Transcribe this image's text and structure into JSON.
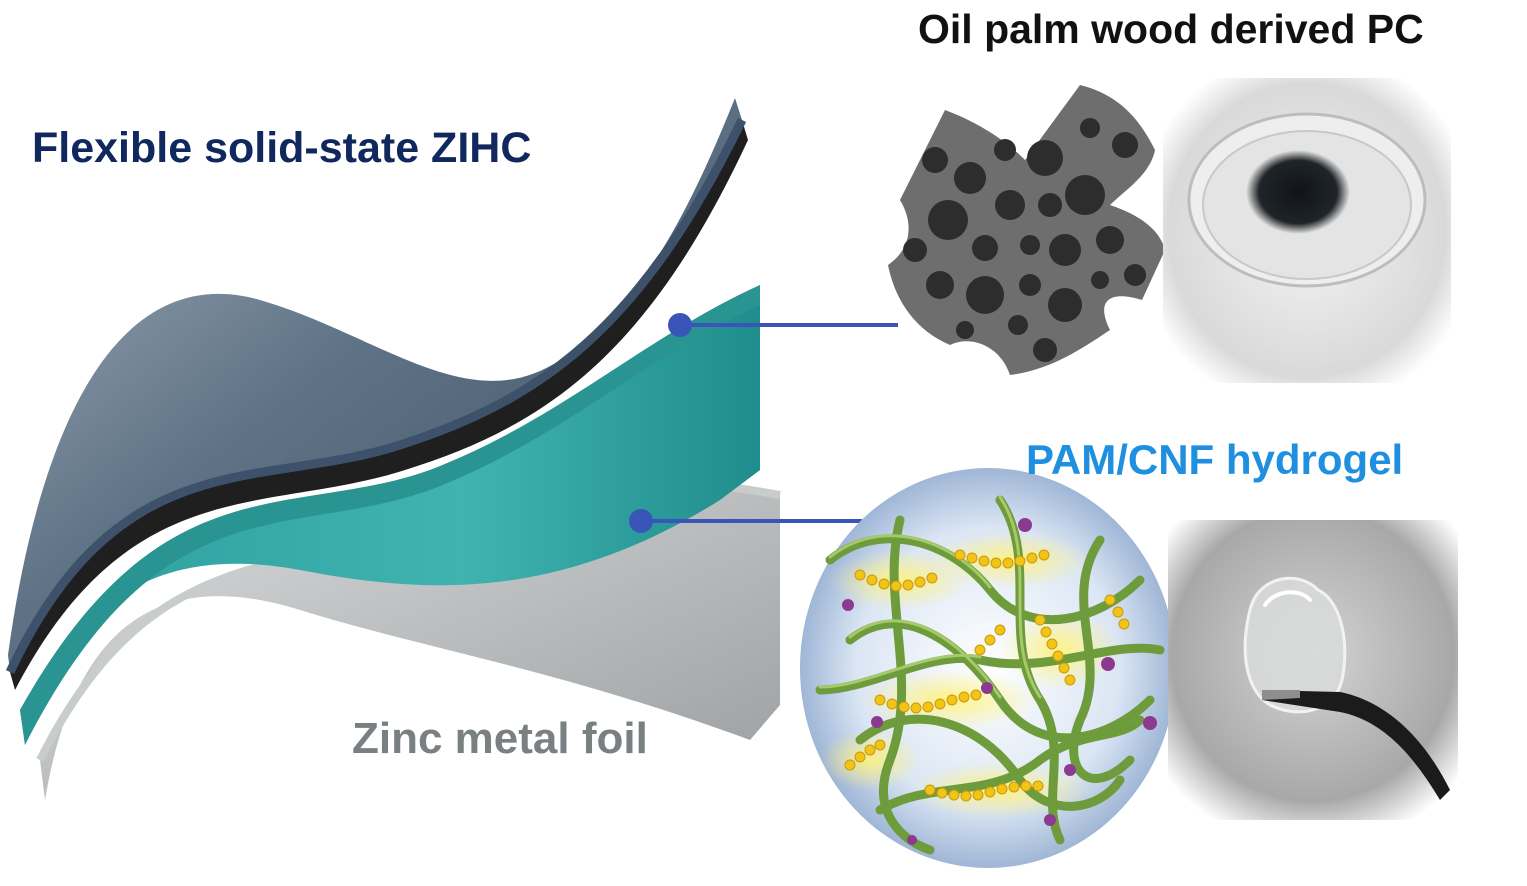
{
  "labels": {
    "porous_carbon": "Oil palm wood derived PC",
    "device": "Flexible solid-state ZIHC",
    "hydrogel": "PAM/CNF hydrogel",
    "zinc_foil": "Zinc metal foil"
  },
  "colors": {
    "device_title": "#10285e",
    "hydrogel_title": "#1f8fe0",
    "zinc_title": "#7a7f82",
    "cathode_layer": "#4f6378",
    "separator_layer": "#1f1f1f",
    "electrolyte_layer": "#36a9a8",
    "zinc_layer": "#a9acae",
    "connector": "#3a55b8",
    "carbon_particle": "#6e6e6e",
    "carbon_pore": "#2d2d2d",
    "cnf_fiber": "#6e9b3c",
    "pam_chain": "#f2c417",
    "zinc_ion": "#8b3a8f"
  }
}
